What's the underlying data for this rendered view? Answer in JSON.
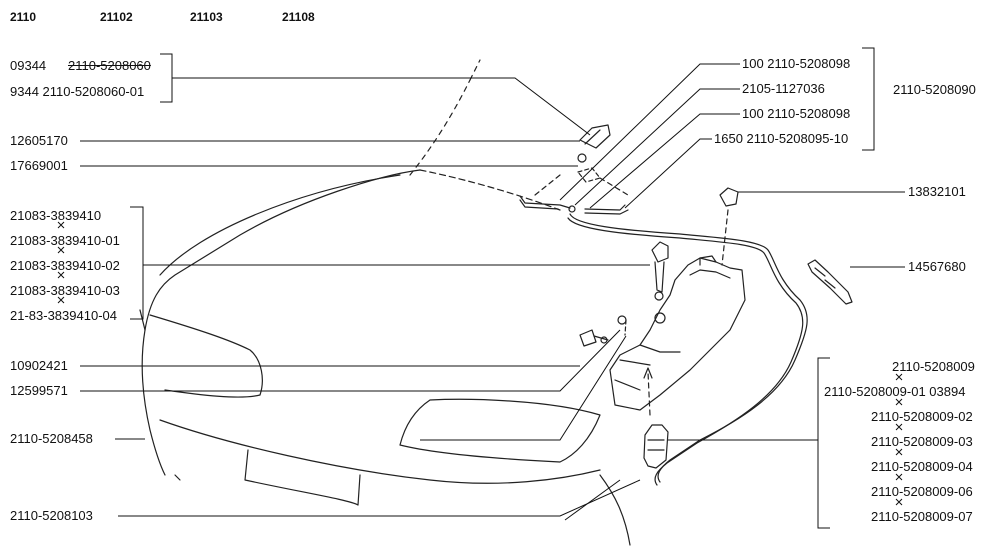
{
  "header": {
    "models": [
      "2110",
      "21102",
      "21103",
      "21108"
    ]
  },
  "labels": {
    "left": {
      "nozzle_a_prefix": "09344",
      "nozzle_a_num": "2110-5208060",
      "nozzle_b": "9344 2110-5208060-01",
      "part_12605170": "12605170",
      "part_17669001": "17669001",
      "pump_group": [
        "21083-3839410",
        "21083-3839410-01",
        "21083-3839410-02",
        "21083-3839410-03",
        "21-83-3839410-04"
      ],
      "part_10902421": "10902421",
      "part_12599571": "12599571",
      "part_5208458": "2110-5208458",
      "part_5208103": "2110-5208103"
    },
    "right": {
      "hose_group": [
        "100 2110-5208098",
        "2105-1127036",
        "100 2110-5208098",
        "1650 2110-5208095-10"
      ],
      "hose_assembly": "2110-5208090",
      "part_13832101": "13832101",
      "part_14567680": "14567680",
      "tank_group": [
        "2110-5208009",
        "2110-5208009-01 03894",
        "2110-5208009-02",
        "2110-5208009-03",
        "2110-5208009-04",
        "2110-5208009-06",
        "2110-5208009-07"
      ]
    }
  }
}
